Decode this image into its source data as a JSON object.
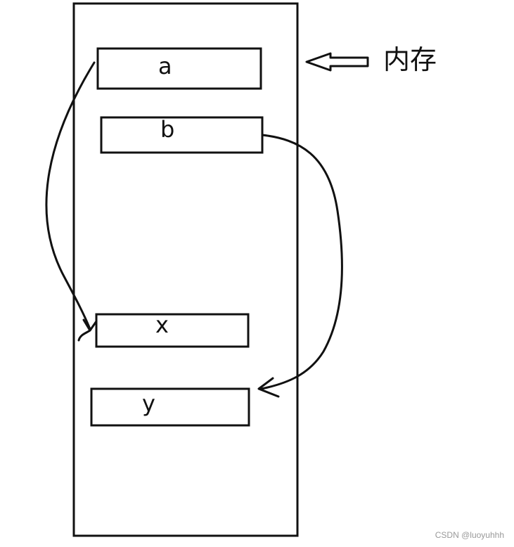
{
  "diagram": {
    "memory_label": "内存",
    "cells": {
      "a": "a",
      "b": "b",
      "x": "x",
      "y": "y"
    },
    "stroke_color": "#111111",
    "background": "#ffffff"
  },
  "watermark": "CSDN @luoyuhhh"
}
